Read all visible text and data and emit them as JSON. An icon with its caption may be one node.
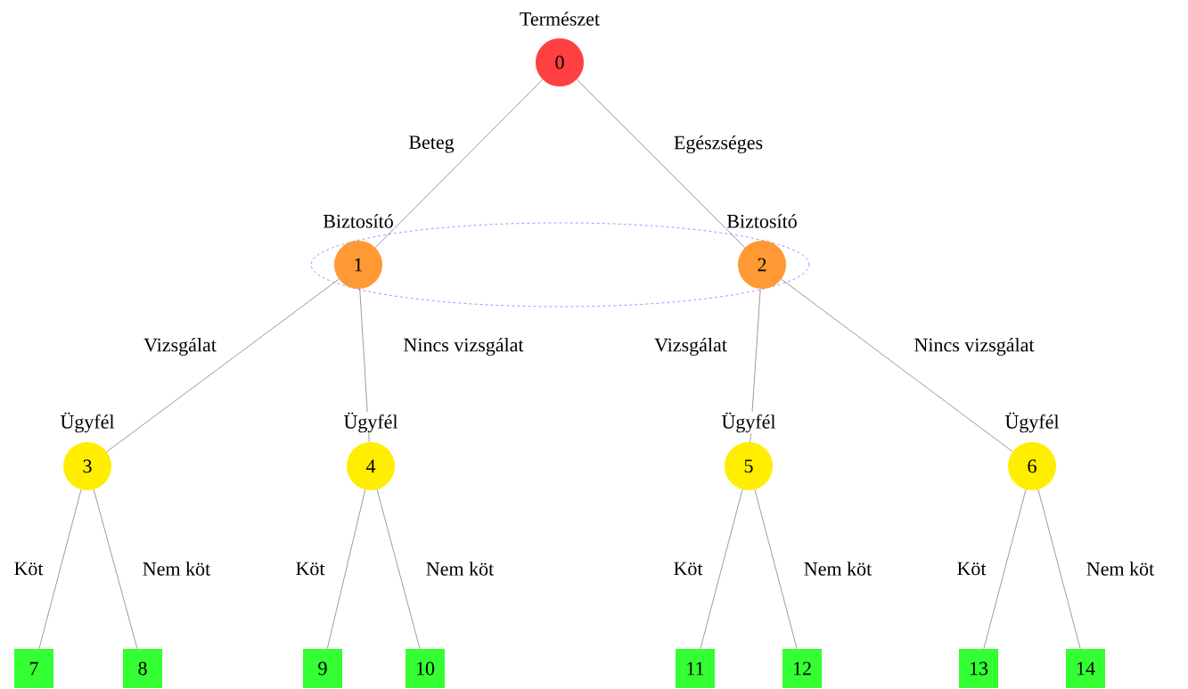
{
  "diagram": {
    "nodes": [
      {
        "text": [
          "0"
        ],
        "beside": [
          "Természet"
        ]
      },
      {
        "text": [],
        "shape": "ellipse"
      },
      {
        "text": [
          "1"
        ],
        "beside": [
          "Biztosító"
        ],
        "in": 1
      },
      {
        "text": [
          "2"
        ],
        "beside": [
          "Biztosító"
        ],
        "in": 1
      },
      {
        "text": [
          "3"
        ],
        "beside": [
          "Ügyfél"
        ]
      },
      {
        "text": [
          "4"
        ],
        "beside": [
          "Ügyfél"
        ]
      },
      {
        "text": [
          "5"
        ],
        "beside": [
          "Ügyfél"
        ]
      },
      {
        "text": [
          "6"
        ],
        "beside": [
          "Ügyfél"
        ]
      },
      {
        "text": [
          "7"
        ]
      },
      {
        "text": [
          "8"
        ]
      },
      {
        "text": [
          "9"
        ]
      },
      {
        "text": [
          "10"
        ]
      },
      {
        "text": [
          "11"
        ]
      },
      {
        "text": [
          "12"
        ]
      },
      {
        "text": [
          "13"
        ]
      },
      {
        "text": [
          "14"
        ]
      }
    ],
    "edges": [
      {
        "from": 0,
        "to": 2,
        "arrow": "none",
        "label": "Beteg"
      },
      {
        "from": 0,
        "to": 3,
        "arrow": "none",
        "label": "Egészséges"
      },
      {
        "from": 2,
        "to": 4,
        "arrow": "none",
        "label": "Vizsgálat"
      },
      {
        "from": 2,
        "to": 5,
        "arrow": "none",
        "label": "Nincs vizsgálat"
      },
      {
        "from": 3,
        "to": 6,
        "arrow": "none",
        "label": "Vizsgálat"
      },
      {
        "from": 3,
        "to": 7,
        "arrow": "none",
        "label": "Nincs vizsgálat"
      },
      {
        "from": 4,
        "to": 8,
        "arrow": "none",
        "label": "Köt"
      },
      {
        "from": 4,
        "to": 9,
        "arrow": "none",
        "label": "Nem köt"
      },
      {
        "from": 5,
        "to": 10,
        "arrow": "none",
        "label": "Köt"
      },
      {
        "from": 5,
        "to": 11,
        "arrow": "none",
        "label": "Nem köt"
      },
      {
        "from": 6,
        "to": 12,
        "arrow": "none",
        "label": "Köt"
      },
      {
        "from": 6,
        "to": 13,
        "arrow": "none",
        "label": "Nem köt"
      },
      {
        "from": 7,
        "to": 14,
        "arrow": "none",
        "label": "Köt"
      },
      {
        "from": 7,
        "to": 15,
        "arrow": "none",
        "label": "Nem köt"
      }
    ]
  }
}
